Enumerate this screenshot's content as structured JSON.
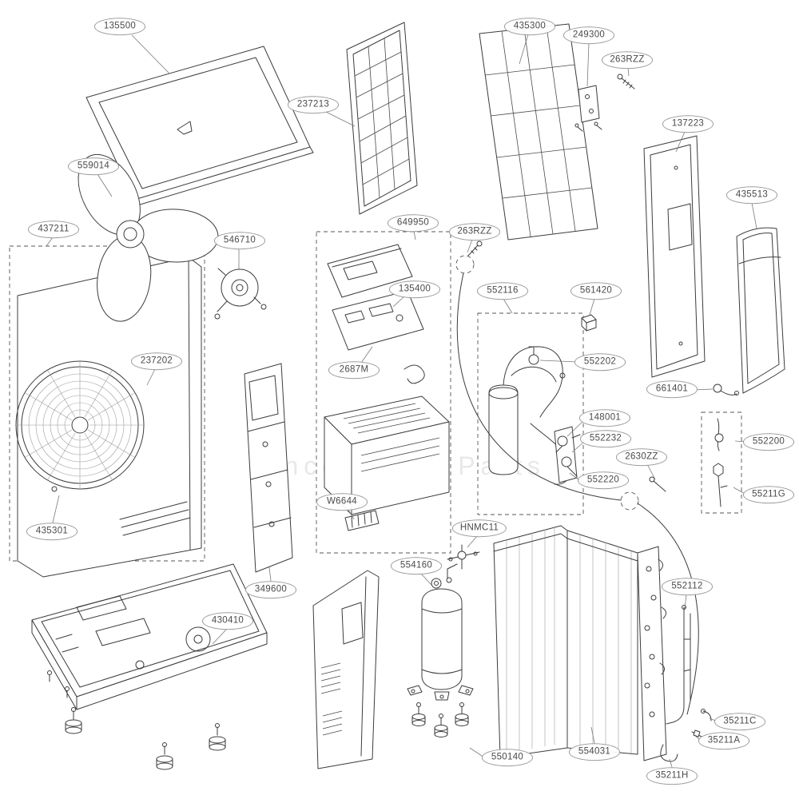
{
  "diagram": {
    "watermark": "Encompass Parts",
    "labels": [
      {
        "text": "135500"
      },
      {
        "text": "237213"
      },
      {
        "text": "435300"
      },
      {
        "text": "249300"
      },
      {
        "text": "263RZZ"
      },
      {
        "text": "137223"
      },
      {
        "text": "435513"
      },
      {
        "text": "559014"
      },
      {
        "text": "437211"
      },
      {
        "text": "546710"
      },
      {
        "text": "649950"
      },
      {
        "text": "263RZZ"
      },
      {
        "text": "135400"
      },
      {
        "text": "552116"
      },
      {
        "text": "561420"
      },
      {
        "text": "552202"
      },
      {
        "text": "237202"
      },
      {
        "text": "2687M"
      },
      {
        "text": "661401"
      },
      {
        "text": "148001"
      },
      {
        "text": "552232"
      },
      {
        "text": "552200"
      },
      {
        "text": "2630ZZ"
      },
      {
        "text": "552220"
      },
      {
        "text": "55211G"
      },
      {
        "text": "435301"
      },
      {
        "text": "W6644"
      },
      {
        "text": "HNMC11"
      },
      {
        "text": "349600"
      },
      {
        "text": "554160"
      },
      {
        "text": "430410"
      },
      {
        "text": "552112"
      },
      {
        "text": "554031"
      },
      {
        "text": "35211C"
      },
      {
        "text": "35211A"
      },
      {
        "text": "550140"
      },
      {
        "text": "35211H"
      }
    ]
  }
}
